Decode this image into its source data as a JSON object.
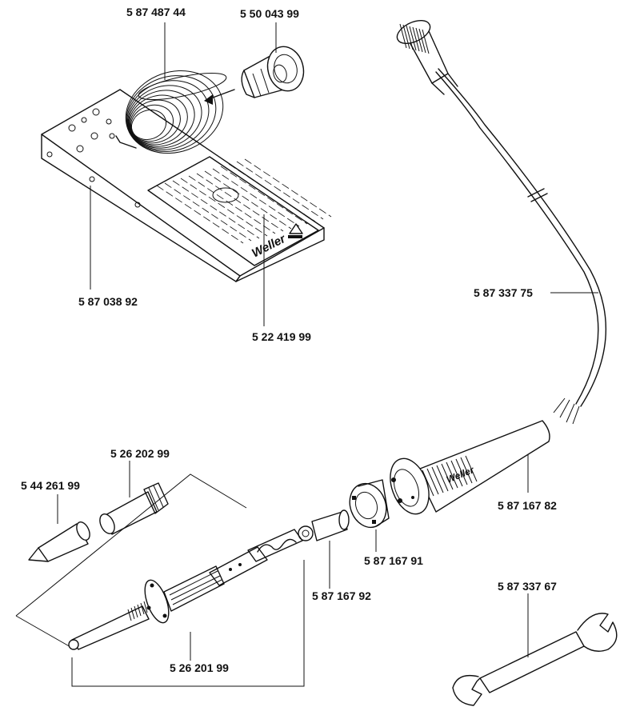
{
  "diagram": {
    "brand": "Weller",
    "parts": [
      {
        "id": "holder-spring",
        "label": "5 87 487 44"
      },
      {
        "id": "sleeve",
        "label": "5 50 043 99"
      },
      {
        "id": "stand-base",
        "label": "5 87 038 92"
      },
      {
        "id": "sponge",
        "label": "5 22 419 99"
      },
      {
        "id": "cable",
        "label": "5 87 337 75"
      },
      {
        "id": "handle",
        "label": "5 87 167 82"
      },
      {
        "id": "tip-nut",
        "label": "5 26 202 99"
      },
      {
        "id": "tip",
        "label": "5 44 261 99"
      },
      {
        "id": "lock-ring",
        "label": "5 87 167 91"
      },
      {
        "id": "insulator",
        "label": "5 87 167 92"
      },
      {
        "id": "heating-element",
        "label": "5 26 201 99"
      },
      {
        "id": "wrench",
        "label": "5 87 337 67"
      }
    ]
  }
}
